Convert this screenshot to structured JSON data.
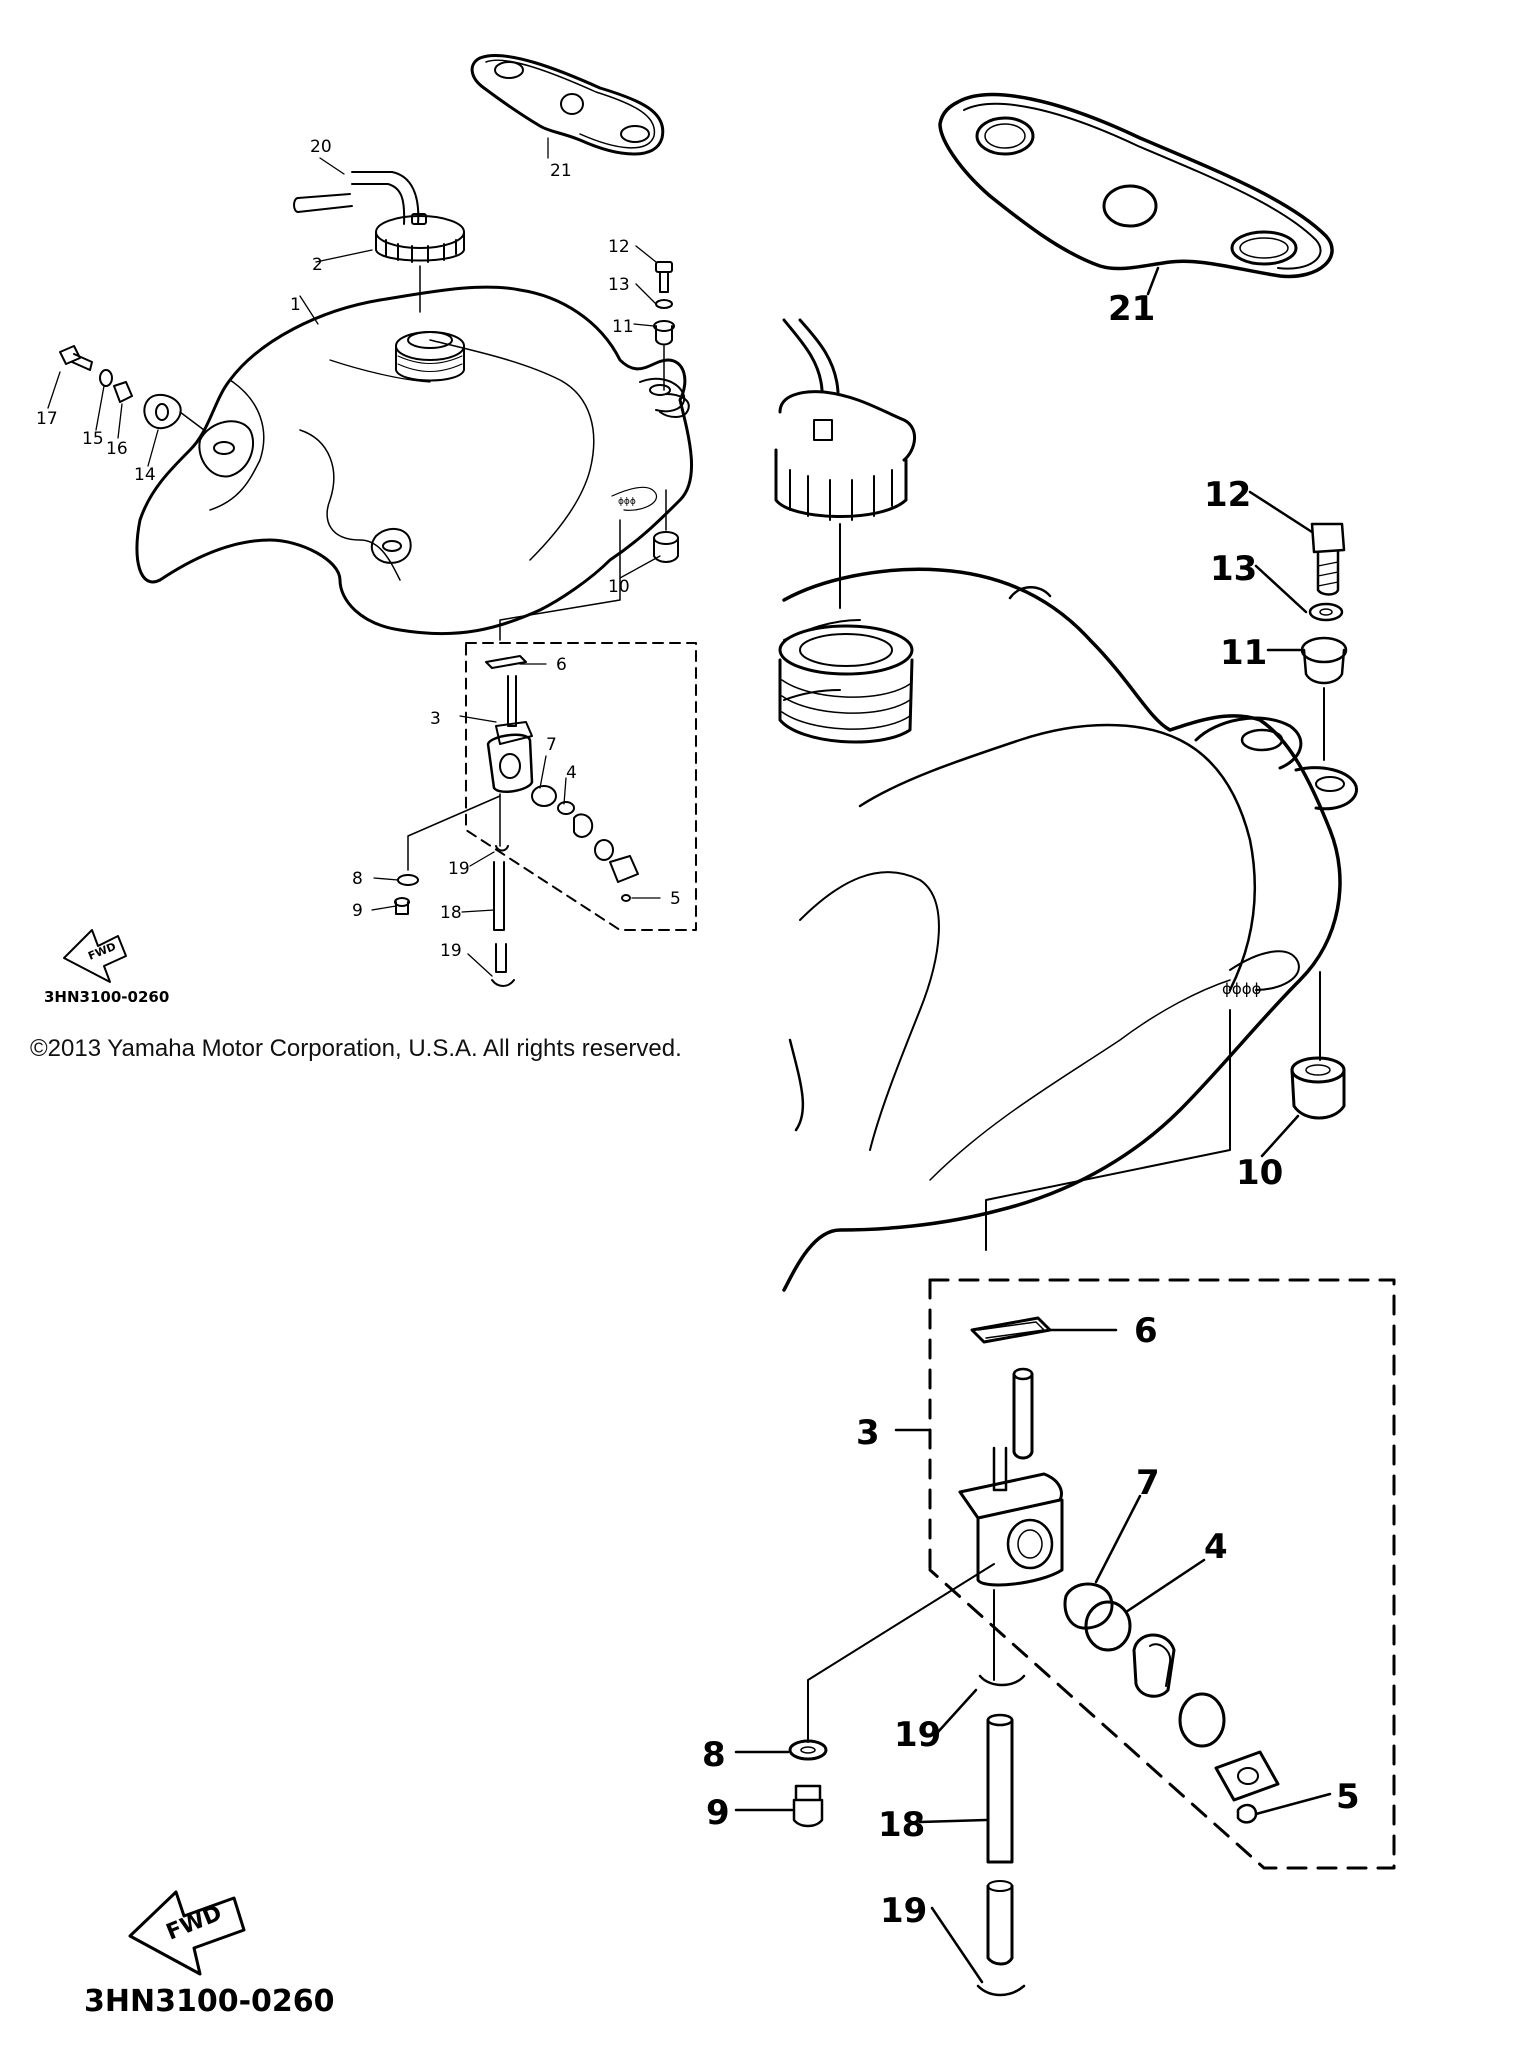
{
  "diagram": {
    "code_small": "3HN3100-0260",
    "code_large": "3HN3100-0260",
    "fwd_label": "FWD",
    "copyright": "©2013 Yamaha Motor Corporation, U.S.A. All rights reserved.",
    "small_parts": {
      "p1": "1",
      "p2": "2",
      "p3": "3",
      "p4": "4",
      "p5": "5",
      "p6": "6",
      "p7": "7",
      "p8": "8",
      "p9": "9",
      "p10": "10",
      "p11": "11",
      "p12": "12",
      "p13": "13",
      "p14": "14",
      "p15": "15",
      "p16": "16",
      "p17": "17",
      "p18": "18",
      "p19a": "19",
      "p19b": "19",
      "p20": "20",
      "p21": "21"
    },
    "large_parts": {
      "p3": "3",
      "p4": "4",
      "p5": "5",
      "p6": "6",
      "p7": "7",
      "p8": "8",
      "p9": "9",
      "p10": "10",
      "p11": "11",
      "p12": "12",
      "p13": "13",
      "p18": "18",
      "p19a": "19",
      "p19b": "19",
      "p21": "21"
    }
  }
}
